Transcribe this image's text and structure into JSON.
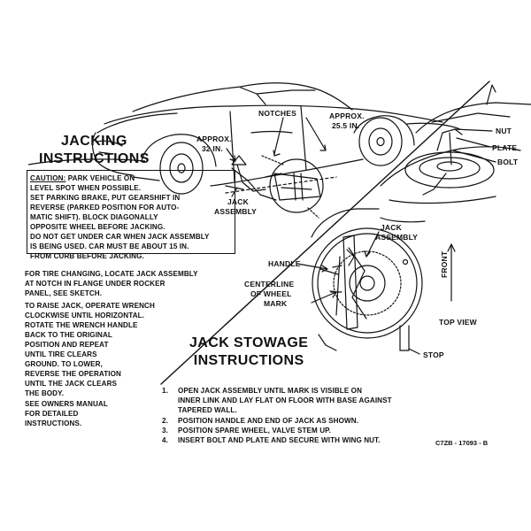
{
  "jacking": {
    "title_line1": "JACKING",
    "title_line2": "INSTRUCTIONS",
    "caution_label": "CAUTION:",
    "caution_text": " PARK VEHICLE ON\nLEVEL SPOT WHEN POSSIBLE.\nSET PARKING BRAKE, PUT GEARSHIFT IN\nREVERSE (PARKED POSITION FOR AUTO-\nMATIC SHIFT). BLOCK DIAGONALLY\nOPPOSITE WHEEL BEFORE JACKING.",
    "caution_text2": "DO NOT GET UNDER CAR WHEN JACK ASSEMBLY\nIS BEING USED. CAR MUST BE ABOUT 15 IN.\nFROM CURB BEFORE JACKING.",
    "para1": "FOR TIRE CHANGING, LOCATE JACK ASSEMBLY\nAT NOTCH IN FLANGE UNDER ROCKER\nPANEL, SEE SKETCH.",
    "para2": "TO RAISE JACK, OPERATE WRENCH\nCLOCKWISE UNTIL HORIZONTAL.\nROTATE THE WRENCH HANDLE\nBACK TO THE ORIGINAL\nPOSITION AND REPEAT\nUNTIL TIRE CLEARS\nGROUND. TO LOWER,\nREVERSE THE OPERATION\nUNTIL THE JACK CLEARS\nTHE BODY.",
    "para3": "SEE OWNERS MANUAL\nFOR DETAILED\nINSTRUCTIONS."
  },
  "car_labels": {
    "notches": "NOTCHES",
    "approx_rear_1": "APPROX.",
    "approx_rear_2": "25.5 IN.",
    "approx_front_1": "APPROX.",
    "approx_front_2": "32 IN.",
    "jack_1": "JACK",
    "jack_2": "ASSEMBLY"
  },
  "trunk_labels": {
    "nut": "NUT",
    "plate": "PLATE",
    "bolt": "BOLT"
  },
  "stowage_labels": {
    "jack_1": "JACK",
    "jack_2": "ASSEMBLY",
    "handle": "HANDLE",
    "centerline_1": "CENTERLINE",
    "centerline_2": "OF WHEEL",
    "centerline_3": "MARK",
    "front": "FRONT",
    "top_view": "TOP VIEW",
    "stop": "STOP"
  },
  "stowage": {
    "title_line1": "JACK STOWAGE",
    "title_line2": "INSTRUCTIONS",
    "steps": [
      {
        "num": "1.",
        "text": "OPEN JACK ASSEMBLY UNTIL MARK IS VISIBLE ON\nINNER LINK AND LAY FLAT ON FLOOR WITH BASE AGAINST\nTAPERED WALL."
      },
      {
        "num": "2.",
        "text": "POSITION HANDLE AND END OF JACK AS SHOWN."
      },
      {
        "num": "3.",
        "text": "POSITION SPARE WHEEL, VALVE STEM UP."
      },
      {
        "num": "4.",
        "text": "INSERT BOLT AND PLATE AND SECURE WITH WING NUT."
      }
    ]
  },
  "part_number": "C7ZB - 17093 - B",
  "colors": {
    "ink": "#111111",
    "paper": "#ffffff"
  }
}
